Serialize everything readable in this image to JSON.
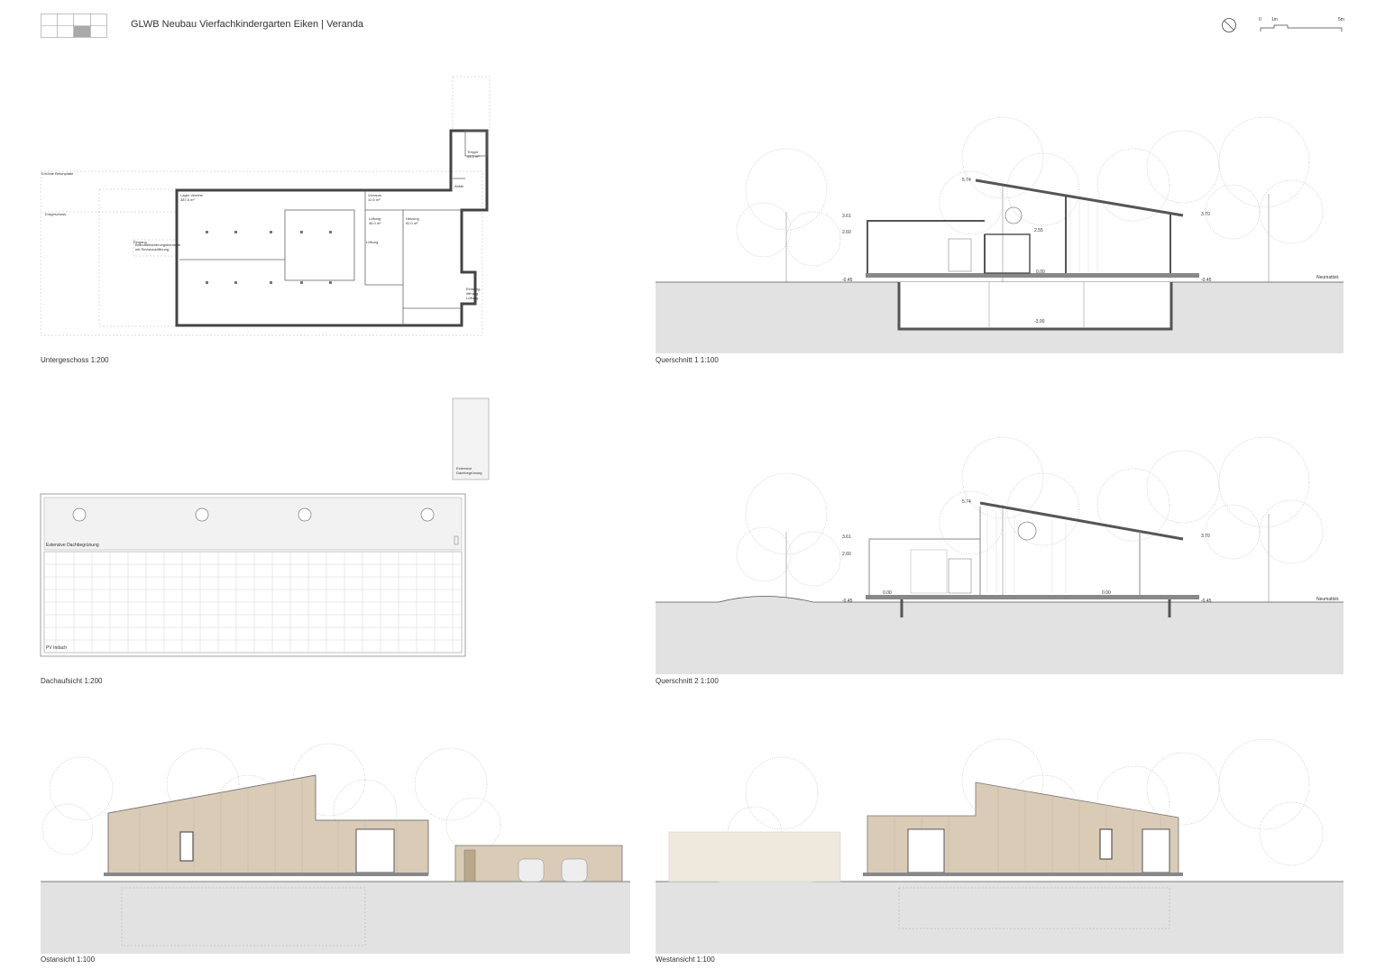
{
  "header": {
    "title": "GLWB Neubau Vierfachkindergarten Eiken | Veranda",
    "scale_ticks": [
      "0",
      "1m",
      "5m"
    ]
  },
  "plan_ug": {
    "caption": "Untergeschoss 1:200",
    "labels": {
      "erhoehte": "Erhöhte Betonplatte",
      "erdgeschoss": "Erdgeschoss",
      "lager": "Lager Vereine",
      "lager_area": "387.5 m²",
      "vorraum": "Vorraum",
      "vorraum_area": "10.5 m²",
      "lueftung": "Lüftung",
      "lueftung_area": "36.0 m²",
      "heizung": "Heizung",
      "heizung_area": "92.0 m²",
      "treppe": "Treppe",
      "treppe_area": "43.5 m²",
      "abfall": "Abfall",
      "bruefung_1": "Brandfallsicherungskontrolle",
      "bruefung_2": "mit Revisionsöffnung",
      "lueftung_side": "Lüftung",
      "einbring_1": "Einbring-",
      "einbring_2": "öffnung",
      "einbring_3": "Lüftung",
      "eingang_side": "Eingang"
    }
  },
  "plan_roof": {
    "caption": "Dachaufsicht   1:200",
    "label_green": "Extensive Dachbegrünung",
    "label_pv": "PV Indach",
    "small_green_1": "Extensive",
    "small_green_2": "Dachbegrünung"
  },
  "section1": {
    "caption": "Querschnitt 1  1:100",
    "levels": {
      "top": "5.74",
      "l361": "3.61",
      "l260": "2.60",
      "l255": "2.55",
      "l370": "3.70",
      "l000": "0.00",
      "lm045a": "-0.45",
      "lm045b": "-0.45",
      "lm300": "-3.00"
    },
    "neumattstr": "Neumattstr."
  },
  "section2": {
    "caption": "Querschnitt 2  1:100",
    "levels": {
      "top": "5.74",
      "l361": "3.61",
      "l260": "2.60",
      "l370": "3.70",
      "l000a": "0.00",
      "l000b": "0.00",
      "lm045a": "-0.45",
      "lm045b": "-0.45"
    },
    "neumattstr": "Neumattstr."
  },
  "elev_east": {
    "caption": "Ostansicht     1:100"
  },
  "elev_west": {
    "caption": "Westansicht    1:100"
  },
  "colors": {
    "wood": "#d9cbb6",
    "ground": "#e2e2e2",
    "line": "#555555"
  }
}
